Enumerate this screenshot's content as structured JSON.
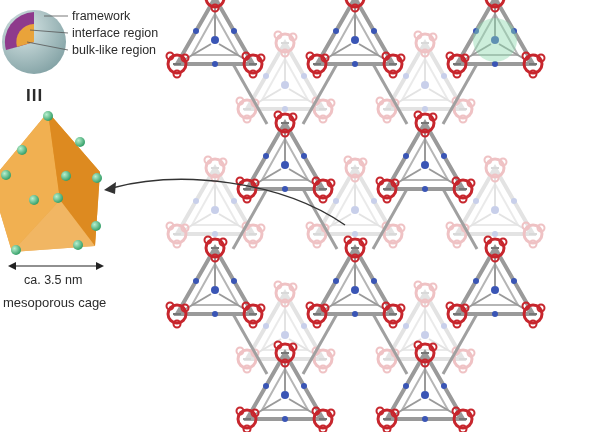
{
  "diagram": {
    "labels": [
      "framework",
      "interface region",
      "bulk-like region",
      "III",
      "ca. 3.5 nm",
      "mesoporous cage"
    ]
  }
}
